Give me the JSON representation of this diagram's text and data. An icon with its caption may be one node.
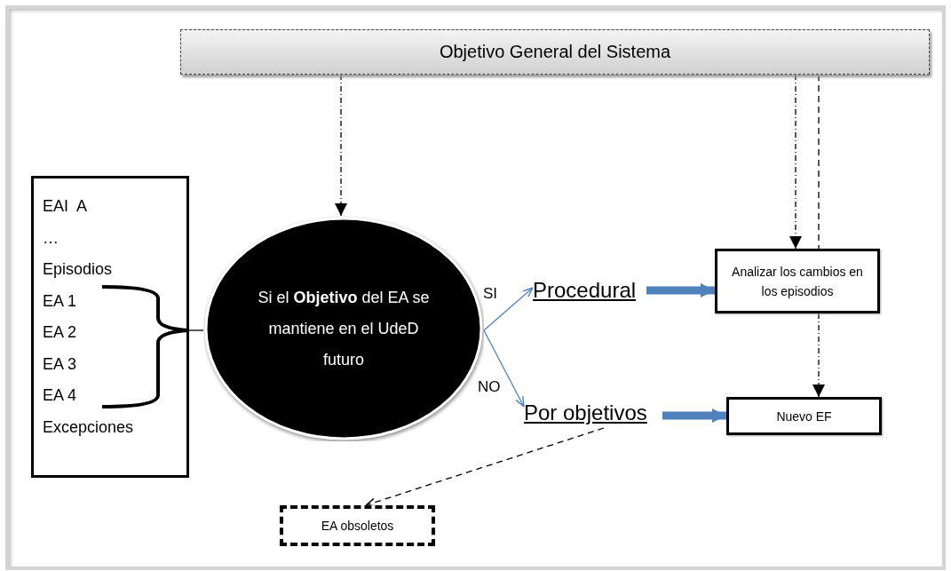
{
  "diagram": {
    "nodes": [
      {
        "text": [
          "Objetivo General del Sistema"
        ]
      },
      {
        "text": [
          "EAI  A",
          "…",
          "Episodios",
          "EA 1",
          "EA 2",
          "EA 3",
          "EA 4",
          "Excepciones"
        ]
      },
      {
        "text": [
          "Si el **Objetivo** del EA se mantiene en el UdeD futuro"
        ]
      },
      {
        "text": [
          "Procedural"
        ]
      },
      {
        "text": [
          "Por objetivos"
        ]
      },
      {
        "text": [
          "Analizar los cambios en los episodios"
        ]
      },
      {
        "text": [
          "Nuevo EF"
        ]
      },
      {
        "text": [
          "EA obsoletos"
        ]
      }
    ],
    "edges": [
      {
        "from": 0,
        "to": 2,
        "arrow": "to",
        "style": "dashed"
      },
      {
        "from": 0,
        "to": 5,
        "arrow": "to",
        "style": "dashed"
      },
      {
        "from": 0,
        "to": 5,
        "arrow": "none",
        "style": "dashed"
      },
      {
        "from": 5,
        "to": 6,
        "arrow": "to",
        "style": "dashed"
      },
      {
        "from": 1,
        "to": 2,
        "arrow": "none"
      },
      {
        "from": 2,
        "to": 3,
        "arrow": "to",
        "label": "SI",
        "color": "#4f81bd"
      },
      {
        "from": 2,
        "to": 4,
        "arrow": "to",
        "label": "NO",
        "color": "#4f81bd"
      },
      {
        "from": 3,
        "to": 5,
        "arrow": "to",
        "style": "thick",
        "color": "#4f81bd"
      },
      {
        "from": 4,
        "to": 6,
        "arrow": "to",
        "style": "thick",
        "color": "#4f81bd"
      },
      {
        "from": 4,
        "to": 7,
        "arrow": "to",
        "style": "dashed"
      }
    ]
  }
}
